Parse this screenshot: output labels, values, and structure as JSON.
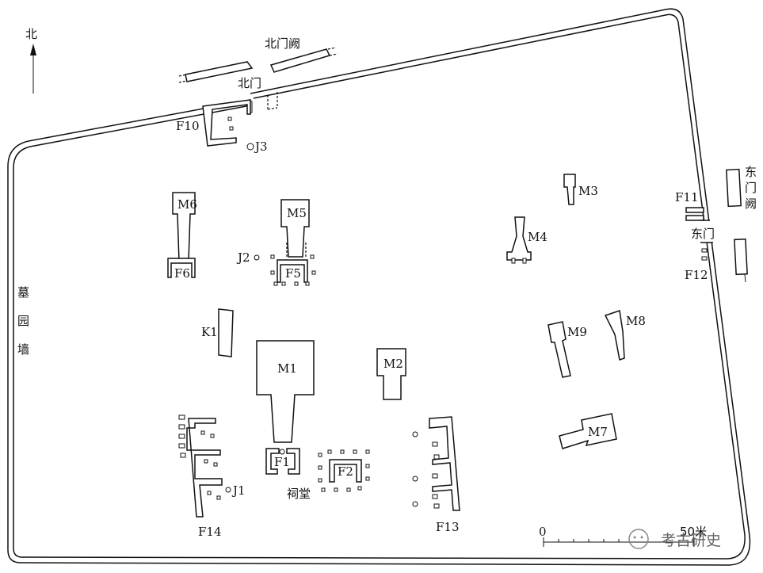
{
  "compass": {
    "label": "北"
  },
  "wall": {
    "label_chars": [
      "墓",
      "园",
      "墙"
    ]
  },
  "gates": {
    "north": "北门",
    "north_que": "北门阙",
    "east": "东门",
    "east_que_chars": [
      "东",
      "门",
      "阙"
    ]
  },
  "tombs": [
    "M1",
    "M2",
    "M3",
    "M4",
    "M5",
    "M6",
    "M7",
    "M8",
    "M9"
  ],
  "buildings": [
    "F1",
    "F2",
    "F5",
    "F6",
    "F10",
    "F11",
    "F12",
    "F13",
    "F14"
  ],
  "wells": [
    "J1",
    "J2",
    "J3"
  ],
  "kiln": "K1",
  "shrine": "祠堂",
  "scale": {
    "zero": "0",
    "end": "50米"
  },
  "watermark": "考古研史"
}
